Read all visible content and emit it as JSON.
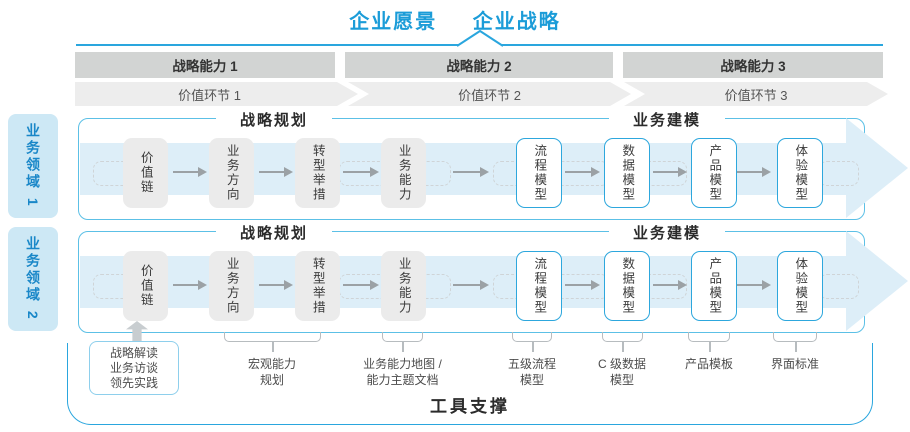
{
  "title": {
    "vision": "企业愿景",
    "strategy": "企业战略"
  },
  "capability_bands": [
    {
      "label": "战略能力 1"
    },
    {
      "label": "战略能力 2"
    },
    {
      "label": "战略能力 3"
    }
  ],
  "value_bands": [
    {
      "label": "价值环节 1"
    },
    {
      "label": "价值环节 2"
    },
    {
      "label": "价值环节 3"
    }
  ],
  "domains": [
    {
      "label": "业务领域 1"
    },
    {
      "label": "业务领域 2"
    }
  ],
  "rows": [
    {
      "planning_title": "战略规划",
      "modeling_title": "业务建模",
      "gray_boxes": [
        "价值链",
        "业务方向",
        "转型举措",
        "业务能力"
      ],
      "blue_boxes": [
        "流程模型",
        "数据模型",
        "产品模型",
        "体验模型"
      ]
    },
    {
      "planning_title": "战略规划",
      "modeling_title": "业务建模",
      "gray_boxes": [
        "价值链",
        "业务方向",
        "转型举措",
        "业务能力"
      ],
      "blue_boxes": [
        "流程模型",
        "数据模型",
        "产品模型",
        "体验模型"
      ]
    }
  ],
  "annotations": [
    {
      "lines": [
        "战略解读",
        "业务访谈",
        "领先实践"
      ],
      "boxed": true
    },
    {
      "lines": [
        "宏观能力",
        "规划"
      ]
    },
    {
      "lines": [
        "业务能力地图 /",
        "能力主题文档"
      ]
    },
    {
      "lines": [
        "五级流程",
        "模型"
      ]
    },
    {
      "lines": [
        "C 级数据",
        "模型"
      ]
    },
    {
      "lines": [
        "产品模板"
      ]
    },
    {
      "lines": [
        "界面标准"
      ]
    }
  ],
  "footer": {
    "label": "工具支撑"
  },
  "colors": {
    "accent_blue": "#1b9cd8",
    "border_blue": "#2aa6de",
    "row_border": "#5cc0e6",
    "flow_band": "#ddeef8",
    "domain_bg": "#cde8f5",
    "domain_text": "#1987c8",
    "capability_band": "#d2d4d3",
    "value_band": "#ededed",
    "box_gray": "#ebebeb",
    "arrow_gray": "#9ba1a5"
  }
}
